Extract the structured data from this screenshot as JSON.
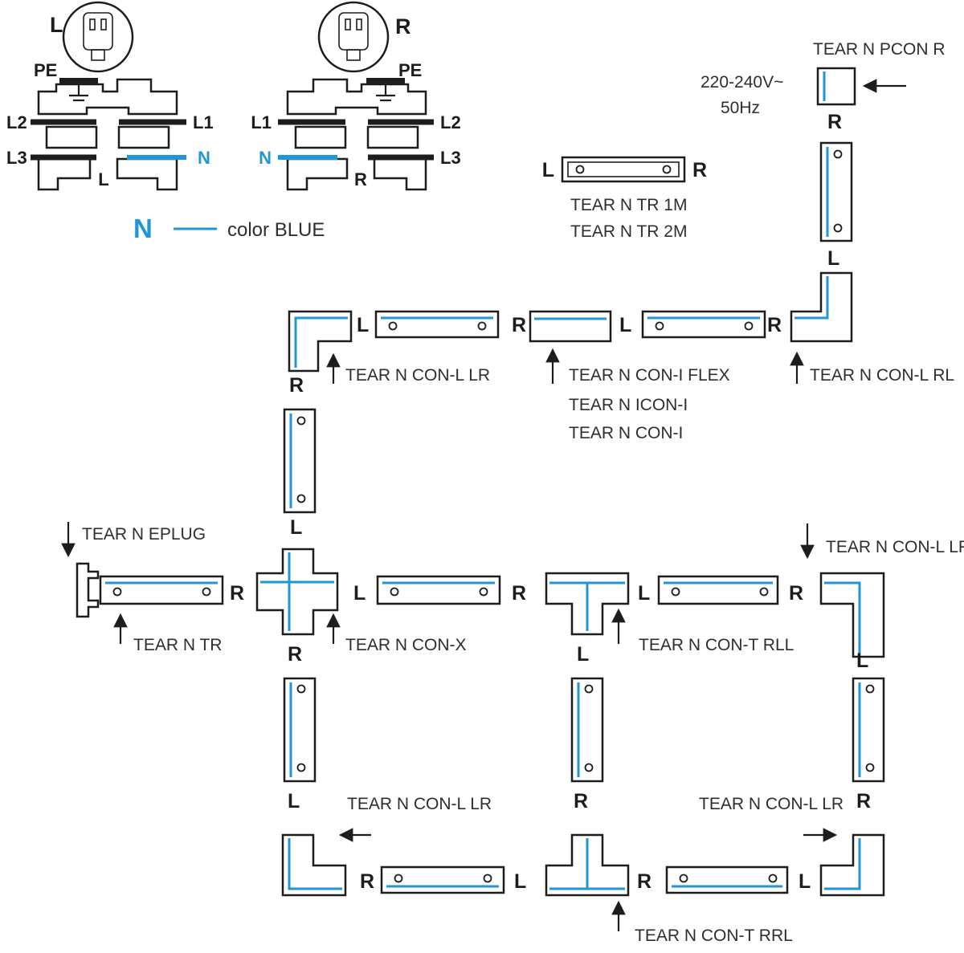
{
  "colors": {
    "accent_blue": "#2196d6",
    "ink": "#1d1d1b"
  },
  "pinout_left": {
    "plug": "L",
    "pe": "PE",
    "row1_left": "L2",
    "row1_right": "L1",
    "row2_left": "L3",
    "row2_right": "N",
    "bottom": "L"
  },
  "pinout_right": {
    "plug": "R",
    "pe": "PE",
    "row1_left": "L1",
    "row1_right": "L2",
    "row2_left": "N",
    "row2_right": "L3",
    "bottom": "R"
  },
  "legend": {
    "symbol": "N",
    "note": "color BLUE"
  },
  "power": {
    "voltage": "220-240V~",
    "frequency": "50Hz"
  },
  "callouts": {
    "pcon": "TEAR N PCON R",
    "tr_1m": "TEAR N TR 1M",
    "tr_2m": "TEAR N TR 2M",
    "con_l_lr_row1": "TEAR N CON-L LR",
    "con_i_flex": "TEAR N CON-I FLEX",
    "icon_i": "TEAR N ICON-I",
    "con_i": "TEAR N CON-I",
    "con_l_rl": "TEAR N CON-L RL",
    "eplug": "TEAR N EPLUG",
    "tr": "TEAR N TR",
    "con_x": "TEAR N CON-X",
    "con_t_rll": "TEAR N CON-T RLL",
    "con_l_lr_row2": "TEAR N CON-L LR",
    "con_l_lr_bottom_left": "TEAR N CON-L LR",
    "con_l_lr_bottom_right": "TEAR N CON-L LR",
    "con_t_rrl": "TEAR N CON-T RRL"
  },
  "ends": {
    "pcon_r": "R",
    "feed_track_bottom": "L",
    "tr_left": "L",
    "tr_right": "R",
    "row1_corner_right": "L",
    "row1_corner_bottom": "R",
    "row1_track1_right": "R",
    "row1_coni_right": "L",
    "row1_track2_right": "R",
    "vtrack1_bottom": "L",
    "row2_track1_right": "R",
    "cross_right": "L",
    "cross_bottom": "R",
    "row2_track2_right": "R",
    "tee1_right": "L",
    "tee1_stem": "L",
    "row2_track3_right": "R",
    "row2_corner_bottom": "L",
    "vtrack2_bottom": "L",
    "vtrack3_bottom": "R",
    "vtrack4_bottom": "R",
    "bottom_corner_left_right": "R",
    "bottom_track1_right": "L",
    "tee2_right": "R",
    "bottom_track2_right": "L"
  }
}
